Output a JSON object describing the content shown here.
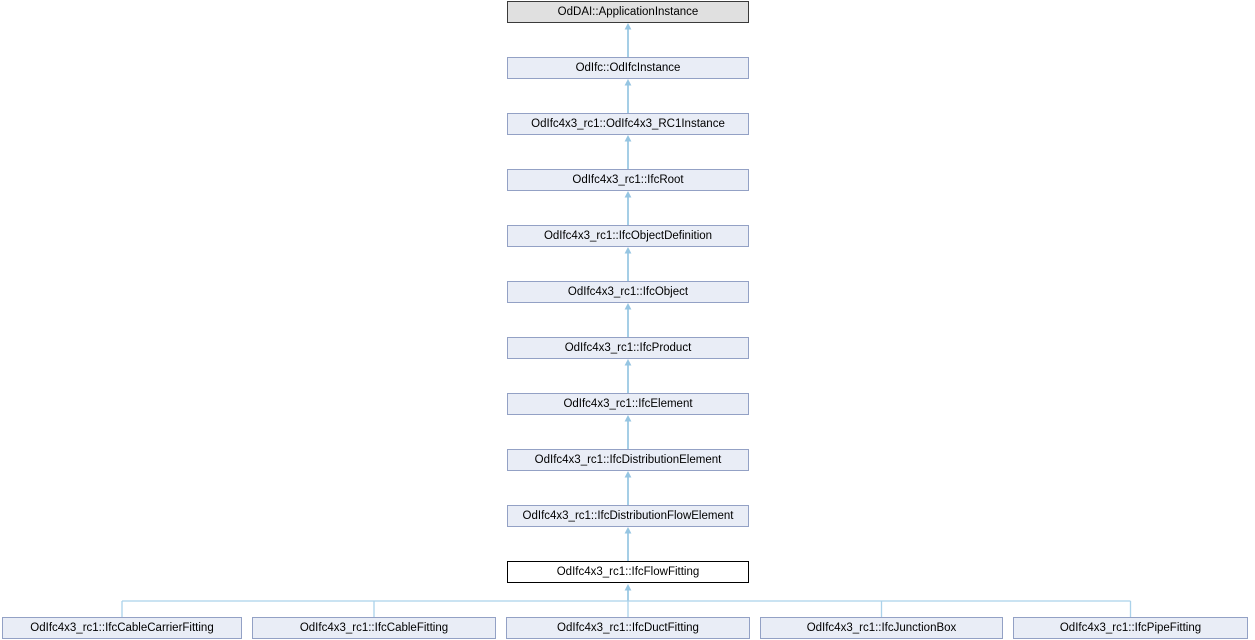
{
  "diagram": {
    "type": "class-inheritance-diagram",
    "edge_direction": "child-points-to-parent",
    "current_class": "OdIfc4x3_rc1::IfcFlowFitting",
    "colors": {
      "node_fill": "#e9edf6",
      "node_border": "#93a1c5",
      "gray_fill": "#e0e0e0",
      "gray_border": "#3a3a3a",
      "current_fill": "#ffffff",
      "current_border": "#000000",
      "edge": "#95c5e2",
      "tree": "#abd2ea",
      "text": "#000000",
      "background": "#ffffff"
    },
    "chain": [
      {
        "id": "oddai-application-instance",
        "label": "OdDAI::ApplicationInstance",
        "style": "gray"
      },
      {
        "id": "odifc-odifcinstance",
        "label": "OdIfc::OdIfcInstance",
        "style": "default"
      },
      {
        "id": "odifc4x3-rc1-instance",
        "label": "OdIfc4x3_rc1::OdIfc4x3_RC1Instance",
        "style": "default"
      },
      {
        "id": "ifc-root",
        "label": "OdIfc4x3_rc1::IfcRoot",
        "style": "default"
      },
      {
        "id": "ifc-object-definition",
        "label": "OdIfc4x3_rc1::IfcObjectDefinition",
        "style": "default"
      },
      {
        "id": "ifc-object",
        "label": "OdIfc4x3_rc1::IfcObject",
        "style": "default"
      },
      {
        "id": "ifc-product",
        "label": "OdIfc4x3_rc1::IfcProduct",
        "style": "default"
      },
      {
        "id": "ifc-element",
        "label": "OdIfc4x3_rc1::IfcElement",
        "style": "default"
      },
      {
        "id": "ifc-distribution-element",
        "label": "OdIfc4x3_rc1::IfcDistributionElement",
        "style": "default"
      },
      {
        "id": "ifc-distribution-flow-element",
        "label": "OdIfc4x3_rc1::IfcDistributionFlowElement",
        "style": "default"
      },
      {
        "id": "ifc-flow-fitting",
        "label": "OdIfc4x3_rc1::IfcFlowFitting",
        "style": "current"
      }
    ],
    "children": [
      {
        "id": "ifc-cable-carrier-fitting",
        "label": "OdIfc4x3_rc1::IfcCableCarrierFitting"
      },
      {
        "id": "ifc-cable-fitting",
        "label": "OdIfc4x3_rc1::IfcCableFitting"
      },
      {
        "id": "ifc-duct-fitting",
        "label": "OdIfc4x3_rc1::IfcDuctFitting"
      },
      {
        "id": "ifc-junction-box",
        "label": "OdIfc4x3_rc1::IfcJunctionBox"
      },
      {
        "id": "ifc-pipe-fitting",
        "label": "OdIfc4x3_rc1::IfcPipeFitting"
      }
    ]
  }
}
